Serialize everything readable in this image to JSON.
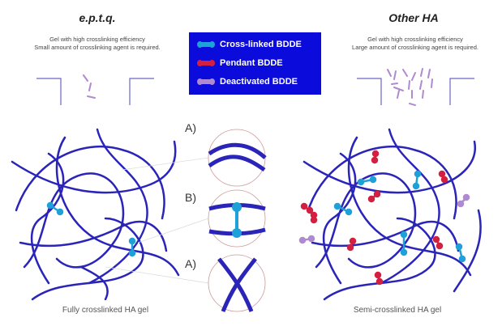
{
  "left": {
    "title": "e.p.t.q.",
    "line1": "Gel with high crosslinking efficiency",
    "line2": "Small amount of crosslinking agent is required.",
    "caption": "Fully crosslinked HA gel"
  },
  "right": {
    "title": "Other HA",
    "line1": "Gel with high crosslinking efficiency",
    "line2": "Large amount of crosslinking agent is required.",
    "caption": "Semi-crosslinked HA gel"
  },
  "legend": {
    "items": [
      {
        "label": "Cross-linked BDDE",
        "color": "#1ea0d8"
      },
      {
        "label": "Pendant BDDE",
        "color": "#d42040"
      },
      {
        "label": "Deactivated BDDE",
        "color": "#b08ad0"
      }
    ],
    "bg": "#0b0bdc"
  },
  "zoom_labels": [
    "A)",
    "B)",
    "A)"
  ],
  "colors": {
    "chain": "#2a24b8"
  }
}
